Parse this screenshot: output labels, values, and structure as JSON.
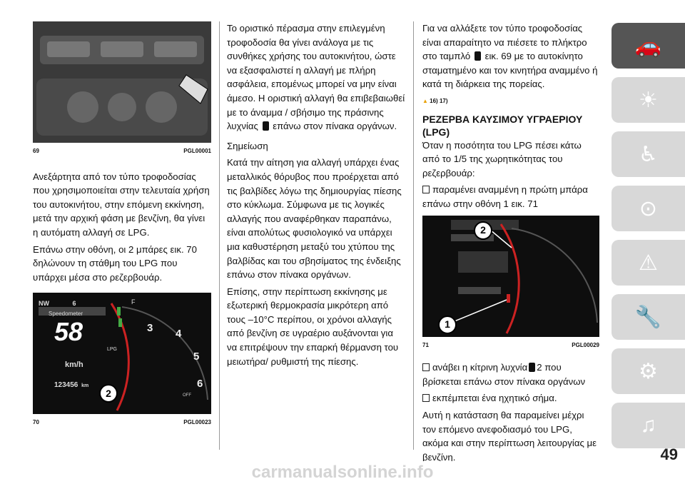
{
  "col1": {
    "fig69_code": "69",
    "fig69_ref": "PGL00001",
    "para1": "Ανεξάρτητα από τον τύπο τροφοδοσίας που χρησιμοποιείται στην τελευταία χρήση του αυτοκινήτου, στην επόμενη εκκίνηση, μετά την αρχική φάση με βενζίνη, θα γίνει η αυτόματη αλλαγή σε LPG.",
    "para2": "Επάνω στην οθόνη, οι 2 μπάρες εικ. 70 δηλώνουν τη στάθμη του LPG που υπάρχει μέσα στο ρεζερβουάρ.",
    "fig70_code": "70",
    "fig70_ref": "PGL00023",
    "fig70_nw": "NW",
    "fig70_gear": "6",
    "fig70_mode": "Speedometer",
    "fig70_speed": "58",
    "fig70_unit": "km/h",
    "fig70_odo": "123456",
    "fig70_odo_unit": "km",
    "fig70_callout": "2",
    "fig70_lpg": "LPG",
    "fig70_f": "F",
    "fig70_off": "OFF",
    "fig70_g3": "3",
    "fig70_g4": "4",
    "fig70_g5": "5",
    "fig70_g6": "6"
  },
  "col2": {
    "para1": "Το οριστικό πέρασμα στην επιλεγμένη τροφοδοσία θα γίνει ανάλογα με τις συνθήκες χρήσης του αυτοκινήτου, ώστε να εξασφαλιστεί η αλλαγή με πλήρη ασφάλεια, επομένως μπορεί να μην είναι άμεσο. Η οριστική αλλαγή θα επιβεβαιωθεί με το άναμμα / σβήσιμο της πράσινης λυχνίας",
    "para1_end": "επάνω στον πίνακα οργάνων.",
    "note_title": "Σημείωση",
    "para2": "Κατά την αίτηση για αλλαγή υπάρχει ένας μεταλλικός θόρυβος που προέρχεται από τις βαλβίδες λόγω της δημιουργίας πίεσης στο κύκλωμα. Σύμφωνα με τις λογικές αλλαγής που αναφέρθηκαν παραπάνω, είναι απολύτως φυσιολογικό να υπάρχει μια καθυστέρηση μεταξύ του χτύπου της βαλβίδας και του σβησίματος της ένδειξης επάνω στον πίνακα οργάνων.",
    "para3": "Επίσης, στην περίπτωση εκκίνησης με εξωτερική θερμοκρασία μικρότερη από τους –10°C περίπου, οι χρόνοι αλλαγής από βενζίνη σε υγραέριο αυξάνονται για να επιτρέψουν την επαρκή θέρμανση του μειωτήρα/ ρυθμιστή της πίεσης."
  },
  "col3": {
    "para1a": "Για να αλλάξετε τον τύπο τροφοδοσίας είναι απαραίτητο να πιέσετε το πλήκτρο στο ταμπλό",
    "para1b": "εικ. 69 με το αυτοκίνητο σταματημένο και τον κινητήρα αναμμένο ή κατά τη διάρκεια της πορείας.",
    "warn_refs": "16) 17)",
    "heading": "ΡΕΖΕΡΒΑ ΚΑΥΣΙΜΟΥ ΥΓΡΑΕΡΙΟΥ (LPG)",
    "para2": "Όταν η ποσότητα του LPG πέσει κάτω από το 1/5 της χωρητικότητας του ρεζερβουάρ:",
    "bullet1": "παραμένει αναμμένη η πρώτη μπάρα επάνω στην οθόνη 1 εικ. 71",
    "fig71_code": "71",
    "fig71_ref": "PGL00029",
    "fig71_callout1": "1",
    "fig71_callout2": "2",
    "bullet2a": "ανάβει η κίτρινη λυχνία",
    "bullet2b": "2 που βρίσκεται επάνω στον πίνακα οργάνων",
    "bullet3": "εκπέμπεται ένα ηχητικό σήμα.",
    "para3": "Αυτή η κατάσταση θα παραμείνει μέχρι τον επόμενο ανεφοδιασμό του LPG, ακόμα και στην περίπτωση λειτουργίας με βενζίνη."
  },
  "page_number": "49",
  "watermark": "carmanualsonline.info"
}
